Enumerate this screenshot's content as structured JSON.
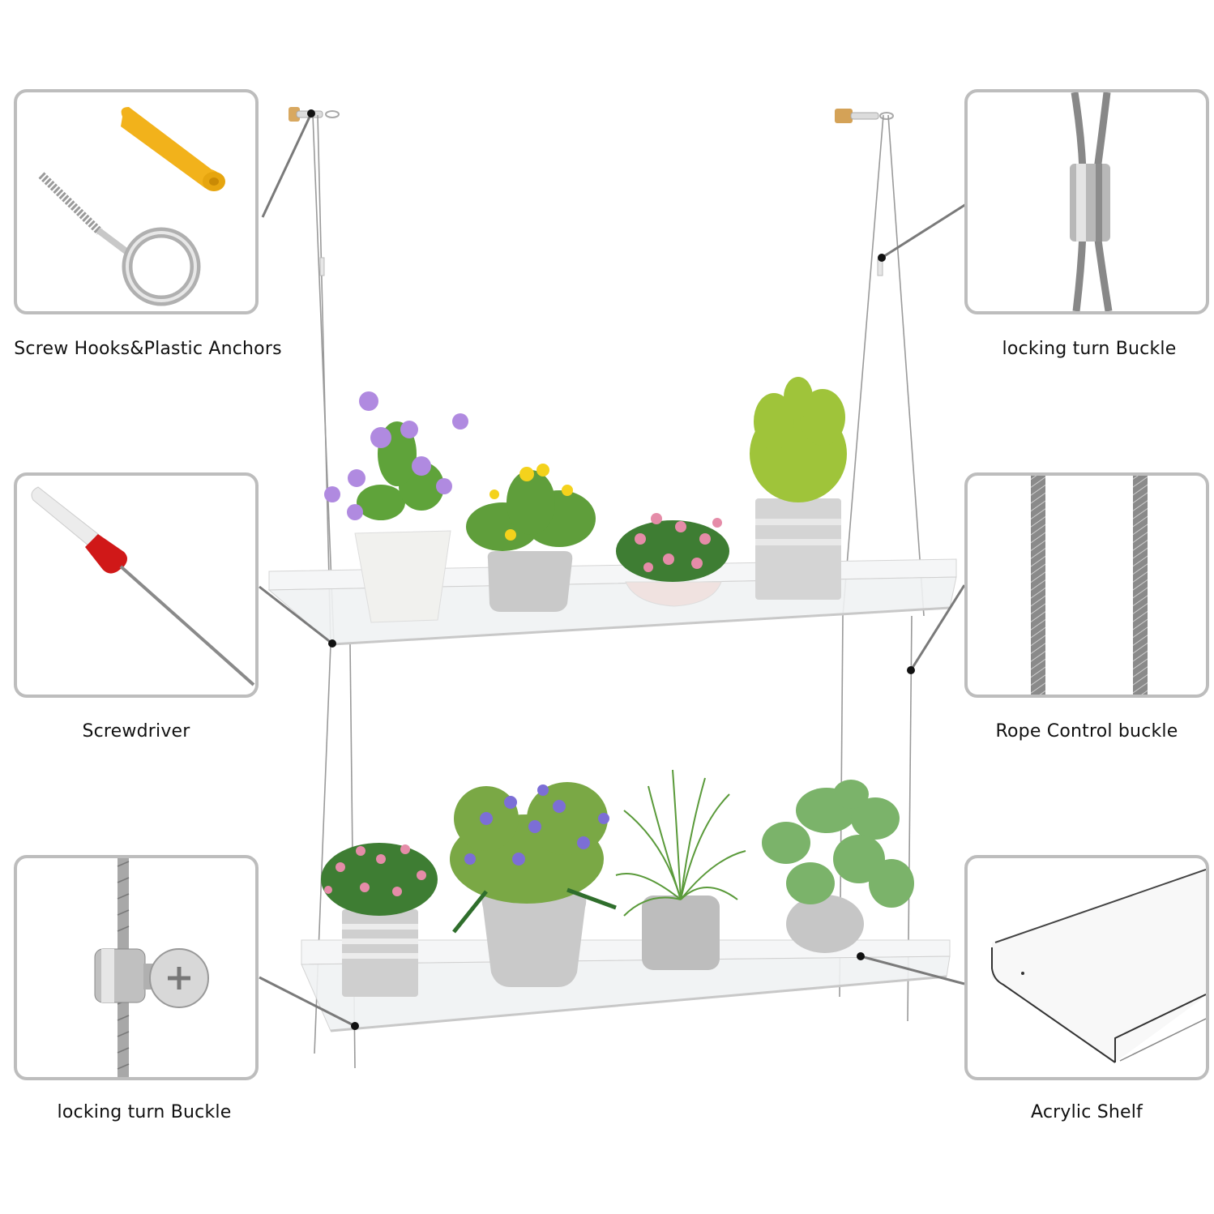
{
  "callouts": [
    {
      "id": "screw-hooks",
      "label": "Screw Hooks&Plastic Anchors",
      "side": "left",
      "row": 1
    },
    {
      "id": "locking-turn-buckle-top",
      "label": "locking turn Buckle",
      "side": "right",
      "row": 1
    },
    {
      "id": "screwdriver",
      "label": "Screwdriver",
      "side": "left",
      "row": 2
    },
    {
      "id": "rope-control-buckle",
      "label": "Rope Control buckle",
      "side": "right",
      "row": 2
    },
    {
      "id": "locking-turn-buckle-bottom",
      "label": "locking turn Buckle",
      "side": "left",
      "row": 3
    },
    {
      "id": "acrylic-shelf",
      "label": "Acrylic Shelf",
      "side": "right",
      "row": 3
    }
  ],
  "product": {
    "shelves": [
      {
        "tier": "upper",
        "plants": [
          "purple-flower-white-speckled-pot",
          "yellow-flower-grey-pot",
          "pink-flower-bowl",
          "herb-striped-tin"
        ]
      },
      {
        "tier": "lower",
        "plants": [
          "pink-flower-striped-tin",
          "purple-flower-grey-vase",
          "grass-grey-pot",
          "leafy-plant-round-pot"
        ]
      }
    ]
  },
  "colors": {
    "card_border": "#bdbdbd",
    "callout_line": "#7a7a7a",
    "callout_dot": "#111111",
    "anchor_yellow": "#f2b21b",
    "screwdriver_red": "#d01818",
    "label_text": "#111111"
  }
}
